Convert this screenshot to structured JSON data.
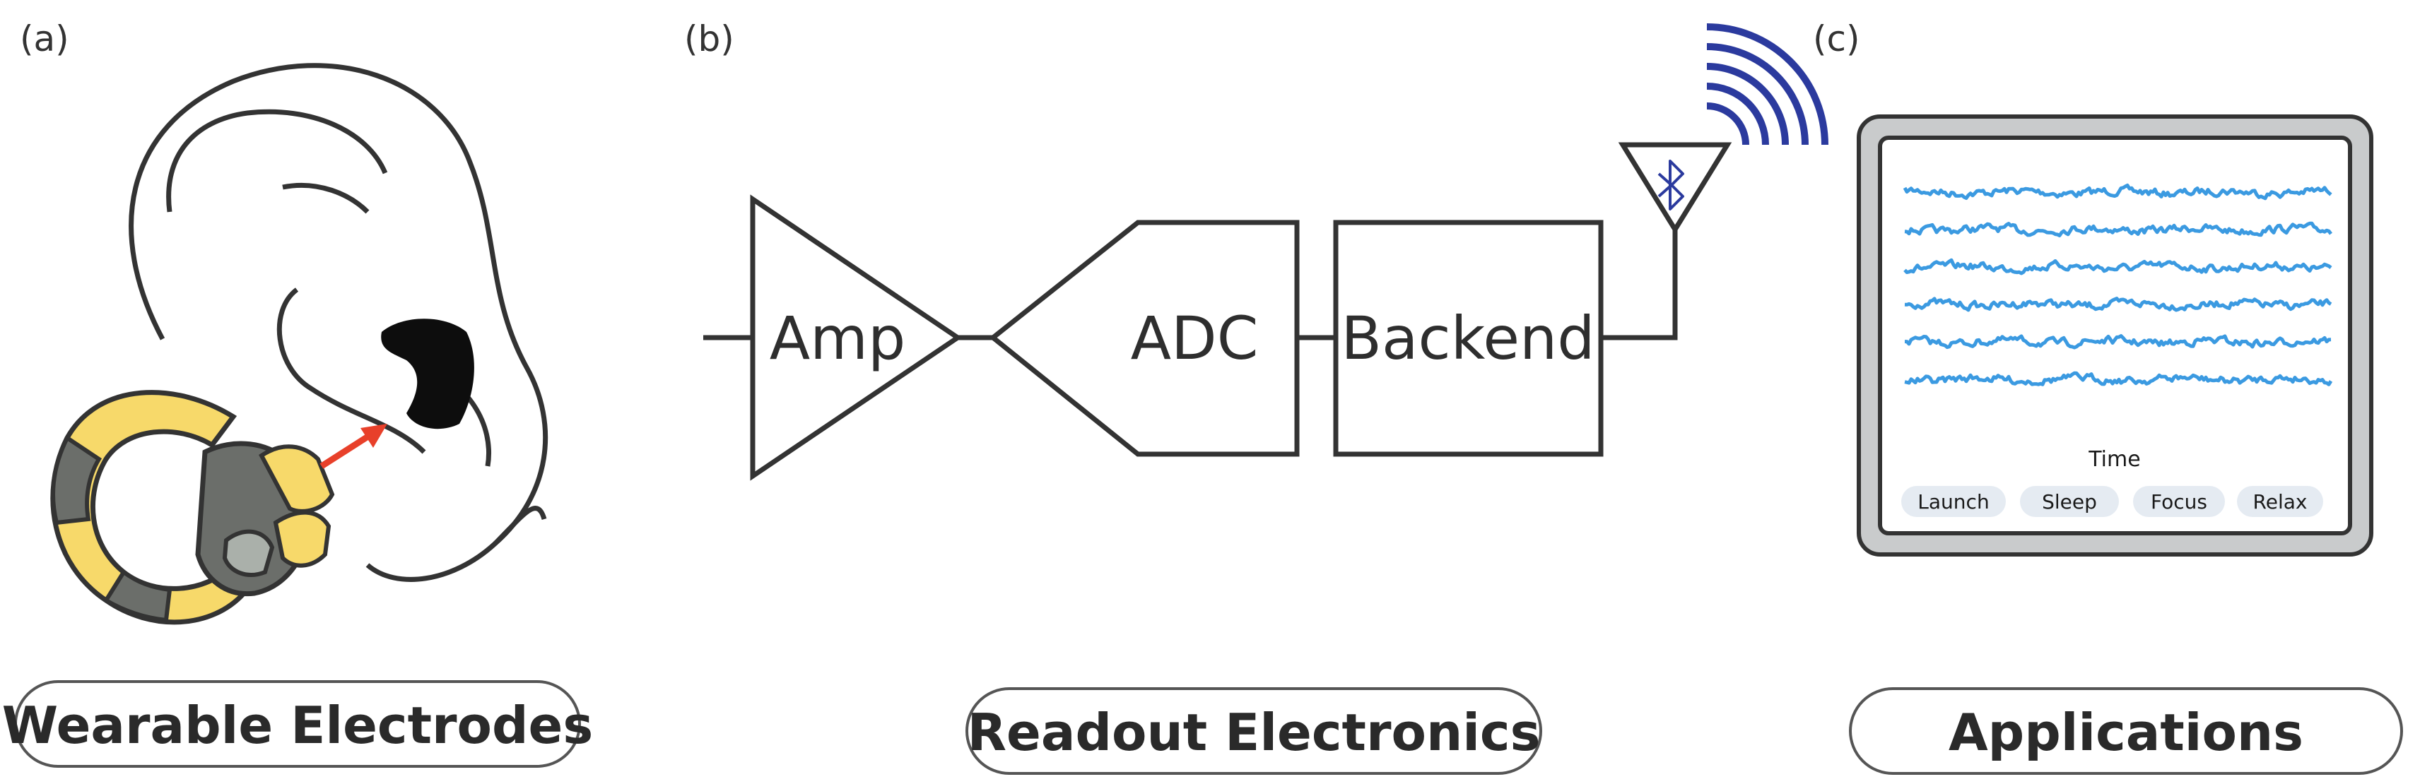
{
  "panels": {
    "a": {
      "label": "(a)",
      "caption": "Wearable Electrodes"
    },
    "b": {
      "label": "(b)",
      "caption": "Readout Electronics"
    },
    "c": {
      "label": "(c)",
      "caption": "Applications"
    }
  },
  "readout_chain": {
    "amp": "Amp",
    "adc": "ADC",
    "backend": "Backend",
    "antenna_icon": "bluetooth-icon",
    "wireless_icon": "wifi-signal-icon"
  },
  "app_screen": {
    "axis_label": "Time",
    "buttons": [
      "Launch",
      "Sleep",
      "Focus",
      "Relax"
    ],
    "channel_count": 6
  },
  "colors": {
    "electrode_yellow": "#f7d96a",
    "electrode_gray": "#6b6e6a",
    "arrow_red": "#e8402a",
    "signal_blue": "#3b9ae1",
    "wireless_blue": "#2b3a9e",
    "outline": "#333333"
  }
}
